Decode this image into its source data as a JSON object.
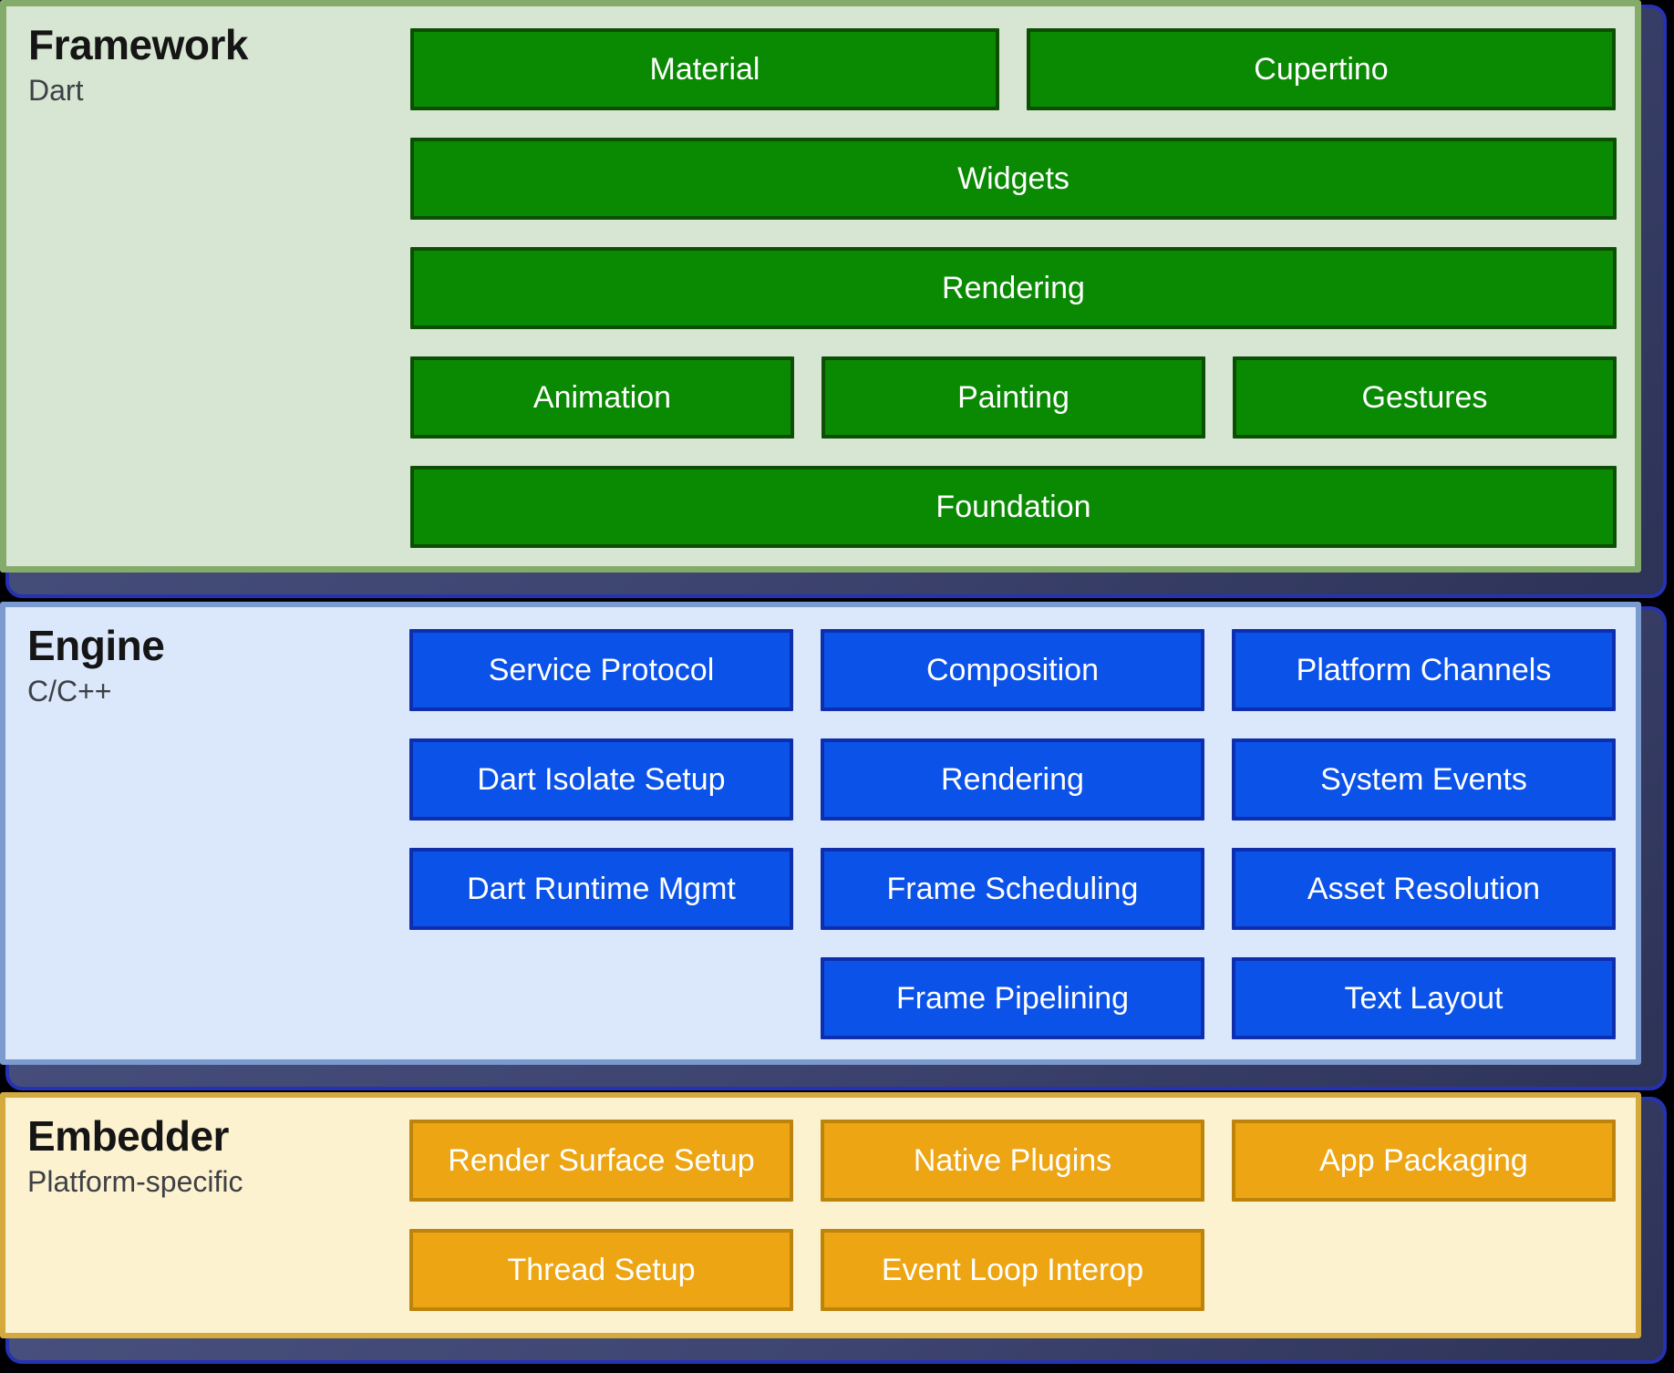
{
  "layers": {
    "framework": {
      "title": "Framework",
      "subtitle": "Dart",
      "rows": [
        [
          "Material",
          "Cupertino"
        ],
        [
          "Widgets"
        ],
        [
          "Rendering"
        ],
        [
          "Animation",
          "Painting",
          "Gestures"
        ],
        [
          "Foundation"
        ]
      ]
    },
    "engine": {
      "title": "Engine",
      "subtitle": "C/C++",
      "rows": [
        [
          "Service Protocol",
          "Composition",
          "Platform Channels"
        ],
        [
          "Dart Isolate Setup",
          "Rendering",
          "System Events"
        ],
        [
          "Dart Runtime Mgmt",
          "Frame Scheduling",
          "Asset Resolution"
        ],
        [
          "Frame Pipelining",
          "Text Layout"
        ]
      ]
    },
    "embedder": {
      "title": "Embedder",
      "subtitle": "Platform-specific",
      "rows": [
        [
          "Render Surface Setup",
          "Native Plugins",
          "App Packaging"
        ],
        [
          "Thread Setup",
          "Event Loop Interop"
        ]
      ]
    }
  },
  "colors": {
    "background": "#000004",
    "shadow_card": "#3e4571",
    "shadow_edge": "#2632b2",
    "framework_card_bg": "#d7e6d2",
    "framework_card_border": "#85ab6b",
    "framework_box": "#098a02",
    "framework_box_border": "#0b4e04",
    "engine_card_bg": "#dbe7fb",
    "engine_card_border": "#7b9ace",
    "engine_box": "#0b52e8",
    "engine_box_border": "#0d2fae",
    "embedder_card_bg": "#fdf2cf",
    "embedder_card_border": "#d4a93e",
    "embedder_box": "#eda513",
    "embedder_box_border": "#bc840c",
    "box_text": "#ffffff",
    "title_text": "#151515",
    "subtitle_text": "#3d4045"
  }
}
